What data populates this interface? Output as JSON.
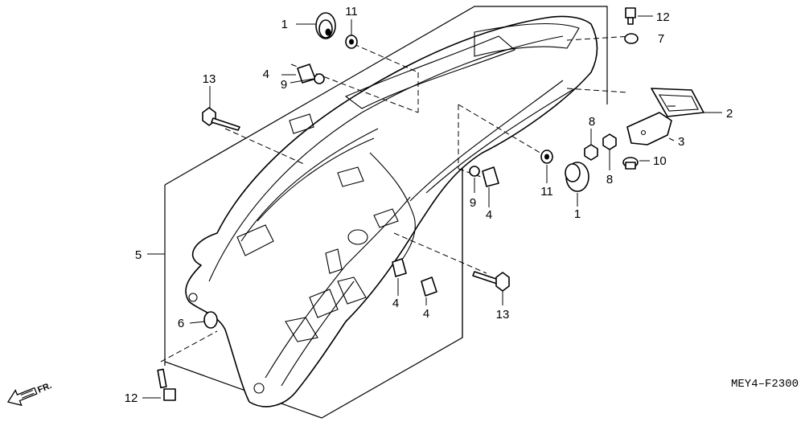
{
  "diagram": {
    "drawing_code": "MEY4–F2300",
    "front_indicator": "FR.",
    "parts": [
      {
        "key": "p1a",
        "label": "1",
        "name": "rubber-grommet"
      },
      {
        "key": "p1b",
        "label": "1",
        "name": "rubber-grommet"
      },
      {
        "key": "p2",
        "label": "2",
        "name": "rear-reflector"
      },
      {
        "key": "p3",
        "label": "3",
        "name": "reflector-bracket"
      },
      {
        "key": "p4a",
        "label": "4",
        "name": "clip-nut"
      },
      {
        "key": "p4b",
        "label": "4",
        "name": "clip-nut"
      },
      {
        "key": "p4c",
        "label": "4",
        "name": "clip-nut"
      },
      {
        "key": "p4d",
        "label": "4",
        "name": "clip-nut"
      },
      {
        "key": "p5",
        "label": "5",
        "name": "rear-fender"
      },
      {
        "key": "p6",
        "label": "6",
        "name": "collar"
      },
      {
        "key": "p7",
        "label": "7",
        "name": "collar"
      },
      {
        "key": "p8a",
        "label": "8",
        "name": "nut"
      },
      {
        "key": "p8b",
        "label": "8",
        "name": "nut"
      },
      {
        "key": "p9a",
        "label": "9",
        "name": "collar"
      },
      {
        "key": "p9b",
        "label": "9",
        "name": "collar"
      },
      {
        "key": "p10",
        "label": "10",
        "name": "flange-nut"
      },
      {
        "key": "p11a",
        "label": "11",
        "name": "washer"
      },
      {
        "key": "p11b",
        "label": "11",
        "name": "washer"
      },
      {
        "key": "p12a",
        "label": "12",
        "name": "screw"
      },
      {
        "key": "p12b",
        "label": "12",
        "name": "screw"
      },
      {
        "key": "p13a",
        "label": "13",
        "name": "flange-bolt"
      },
      {
        "key": "p13b",
        "label": "13",
        "name": "flange-bolt"
      }
    ]
  }
}
